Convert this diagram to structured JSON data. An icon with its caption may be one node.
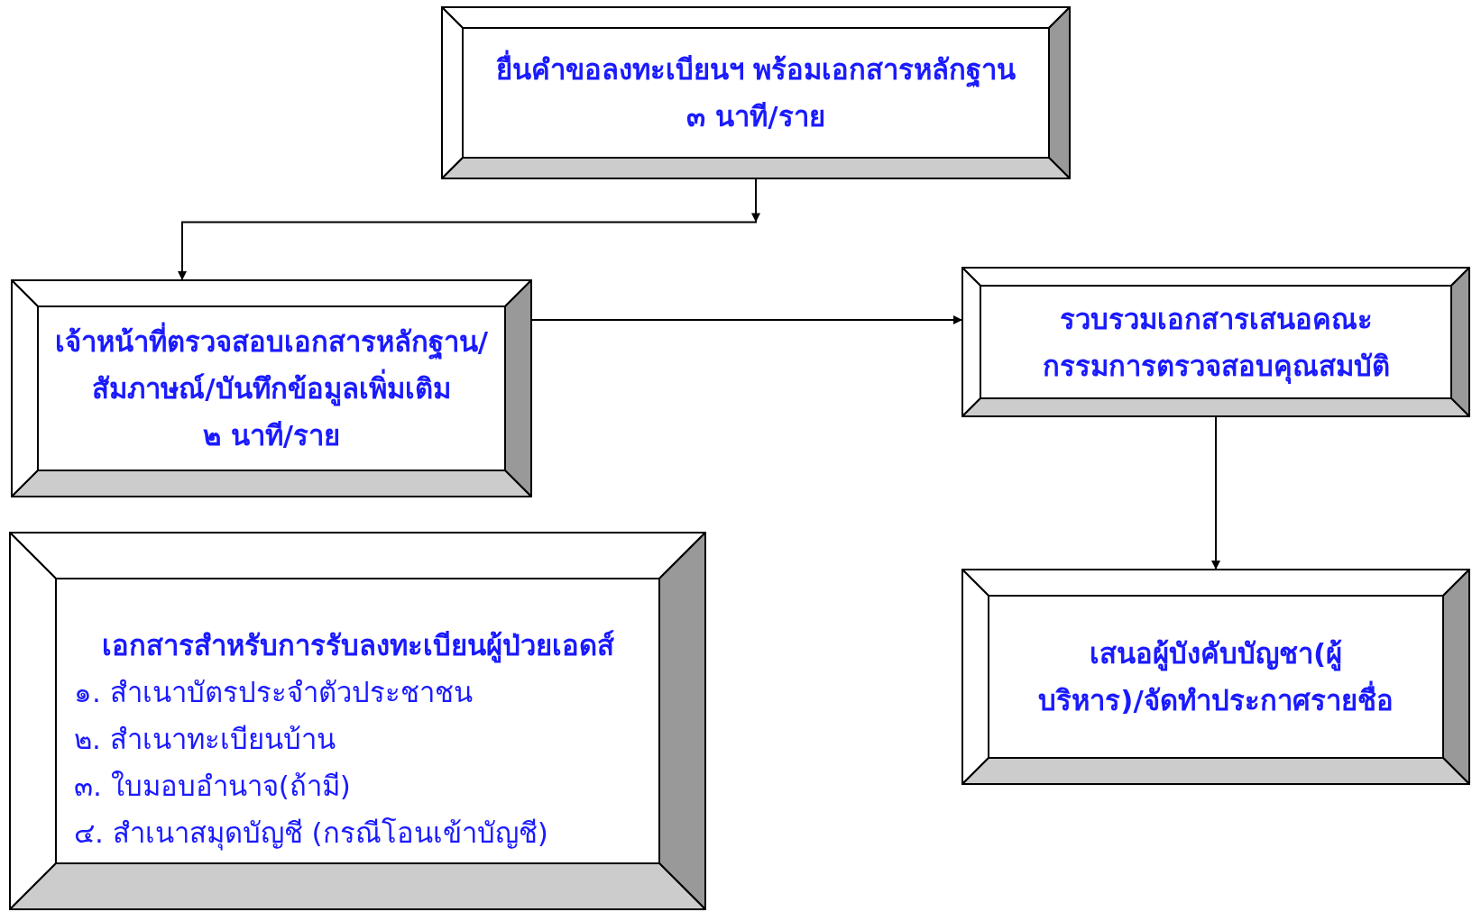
{
  "diagram": {
    "nodes": [
      {
        "text": [
          "ยื่นคำขอลงทะเบียนฯ พร้อมเอกสารหลักฐาน",
          "๓ นาที/ราย"
        ]
      },
      {
        "text": [
          "เจ้าหน้าที่ตรวจสอบเอกสารหลักฐาน/สัมภาษณ์/บันทึกข้อมูลเพิ่มเติม",
          "๒ นาที/ราย"
        ]
      },
      {
        "text": [
          "รวบรวมเอกสารเสนอคณะกรรมการตรวจสอบคุณสมบัติ"
        ]
      },
      {
        "text": [
          "เอกสารสำหรับการรับลงทะเบียนผู้ป่วยเอดส์",
          "๑. สำเนาบัตรประจำตัวประชาชน",
          "๒. สำเนาทะเบียนบ้าน",
          "๓. ใบมอบอำนาจ(ถ้ามี)",
          "๔. สำเนาสมุดบัญชี (กรณีโอนเข้าบัญชี)"
        ]
      },
      {
        "text": [
          "เสนอผู้บังคับบัญชา(ผู้บริหาร)/จัดทำประกาศรายชื่อ"
        ]
      }
    ],
    "edges": [
      {
        "from": 0,
        "to": 1,
        "arrow": "to"
      },
      {
        "from": 1,
        "to": 2,
        "arrow": "to"
      },
      {
        "from": 2,
        "to": 4,
        "arrow": "to"
      }
    ]
  }
}
